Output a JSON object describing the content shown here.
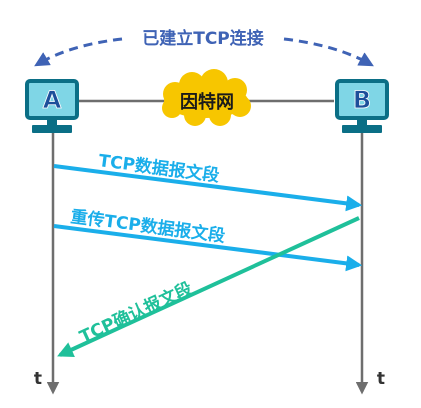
{
  "header": {
    "label": "已建立TCP连接"
  },
  "nodes": {
    "a": {
      "label": "A"
    },
    "b": {
      "label": "B"
    },
    "network": {
      "label": "因特网"
    }
  },
  "messages": {
    "data": "TCP数据报文段",
    "retransmit": "重传TCP数据报文段",
    "ack": "TCP确认报文段"
  },
  "timeline": {
    "a_label": "t",
    "b_label": "t"
  },
  "colors": {
    "arrow_blue": "#1aaeea",
    "arrow_green": "#1fc09a",
    "dashed_blue": "#3f63b5",
    "host_border": "#0b6f86",
    "host_fill": "#7fd6e6",
    "host_label": "#1d4f9a",
    "cloud_fill": "#f7c600",
    "timeline_gray": "#6e6e6e"
  },
  "icons": {
    "host": "computer-monitor-icon",
    "network": "cloud-icon"
  }
}
